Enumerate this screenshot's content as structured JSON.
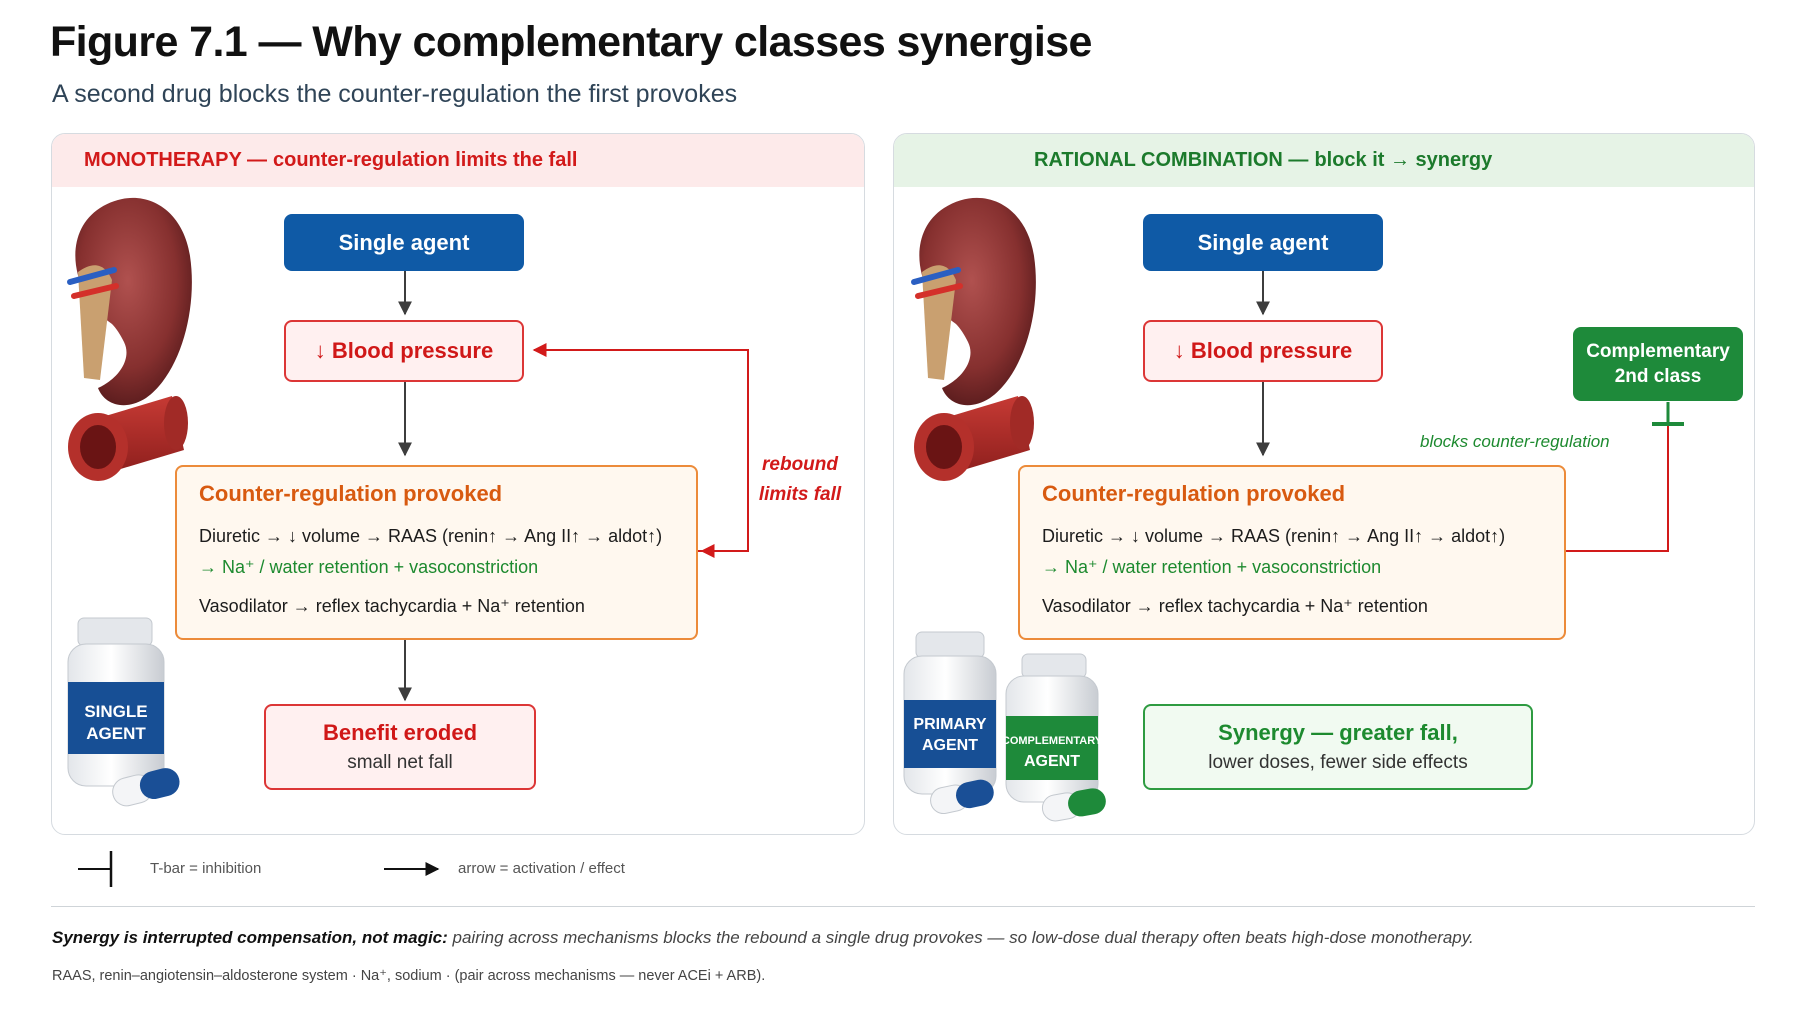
{
  "figure": {
    "title": "Figure 7.1 — Why complementary classes synergise",
    "subtitle": "A second drug blocks the counter-regulation the first provokes"
  },
  "left_panel": {
    "header_strong": "MONOTHERAPY —",
    "header_rest": "counter-regulation limits the fall",
    "agent": "Single agent",
    "bp": "↓ Blood pressure",
    "counter_title": "Counter-regulation provoked",
    "counter_line1": "Diuretic → ↓ volume → RAAS (renin↑ → Ang II↑ → aldot↑)",
    "counter_line2": "→ Na⁺ / water retention + vasoconstriction",
    "counter_line3": "Vasodilator → reflex tachycardia + Na⁺ retention",
    "feedback_label_1": "rebound",
    "feedback_label_2": "limits fall",
    "benefit_title": "Benefit eroded",
    "benefit_sub": "small net fall",
    "bottle_line1": "SINGLE",
    "bottle_line2": "AGENT"
  },
  "right_panel": {
    "header_strong": "RATIONAL COMBINATION —",
    "header_rest": "block it → synergy",
    "agent": "Single agent",
    "bp": "↓ Blood pressure",
    "comp_line1": "Complementary",
    "comp_line2": "2nd class",
    "block_label": "blocks counter-regulation",
    "counter_title": "Counter-regulation provoked",
    "counter_line1": "Diuretic → ↓ volume → RAAS (renin↑ → Ang II↑ → aldot↑)",
    "counter_line2": "→ Na⁺ / water retention + vasoconstriction",
    "counter_line3": "Vasodilator → reflex tachycardia + Na⁺ retention",
    "synergy_title": "Synergy — greater fall,",
    "synergy_sub": "lower doses, fewer side effects",
    "bottle1_line1": "PRIMARY",
    "bottle1_line2": "AGENT",
    "bottle2_line1": "COMPLEMENTARY",
    "bottle2_line2": "AGENT"
  },
  "legend": {
    "tbar": "T-bar = inhibition",
    "arrow": "arrow = activation / effect"
  },
  "footer": {
    "bold": "Synergy is interrupted compensation, not magic:",
    "text": " pairing across mechanisms blocks the rebound a single drug provokes — so low-dose dual therapy often beats high-dose monotherapy.",
    "abbrev": "RAAS, renin–angiotensin–aldosterone system · Na⁺, sodium · (pair across mechanisms — never ACEi + ARB)."
  },
  "colors": {
    "agent_blue": "#0f5aa6",
    "alert_red": "#dc3636",
    "counter_orange": "#ec8b3a",
    "synergy_green": "#2e9b41"
  }
}
